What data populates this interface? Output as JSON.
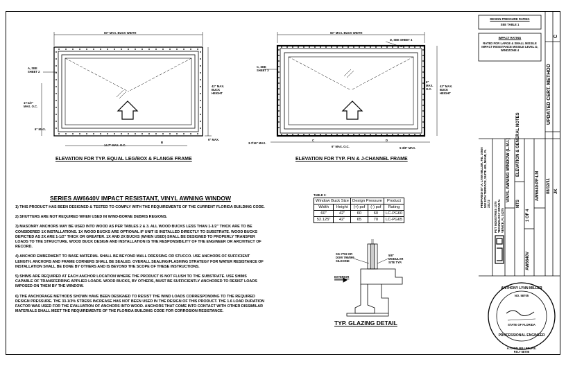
{
  "left_elevation": {
    "top_dim": "60\" MAX. BUCK WIDTH",
    "anchor_top_left": "A, SEE SHEET 2",
    "left_spacing": "17-1/2\" MAX. O.C.",
    "left_bottom": "6\" MAX.",
    "right_height": "42\" MAX. BUCK HEIGHT",
    "right_bottom": "6\" MAX.",
    "bottom_spacing": "14.7\" MAX. O.C.",
    "bottom_mark": "B",
    "caption": "ELEVATION FOR TYP. EQUAL LEG/BOX & FLANGE FRAME"
  },
  "right_elevation": {
    "top_dim": "60\" MAX. BUCK WIDTH",
    "anchor_top_right": "D, SEE SHEET 4",
    "anchor_left": "C, SEE SHEET 3",
    "right_spacing": "6\" MAX. O.C.",
    "right_height": "42\" MAX. BUCK HEIGHT",
    "bottom_left": "3-7/16\" MAX.",
    "bottom_center": "6\" MAX. O.C.",
    "bottom_right": "5-3/8\" MAX.",
    "mark_c": "C",
    "mark_d": "D",
    "caption": "ELEVATION FOR TYP. FIN & J-CHANNEL FRAME"
  },
  "series_title": "SERIES AW6640V IMPACT RESISTANT, VINYL AWNING WINDOW",
  "notes": [
    "1) THIS PRODUCT HAS BEEN DESIGNED & TESTED TO COMPLY WITH THE REQUIREMENTS OF THE CURRENT FLORIDA BUILDING CODE.",
    "2) SHUTTERS ARE NOT REQUIRED WHEN USED IN WIND-BORNE DEBRIS REGIONS.",
    "3) MASONRY ANCHORS MAY BE USED INTO WOOD AS PER TABLES 2 & 3. ALL WOOD BUCKS LESS THAN 1-1/2\" THICK ARE TO BE CONSIDERED 1X INSTALLATIONS. 1X WOOD BUCKS ARE OPTIONAL IF UNIT IS INSTALLED DIRECTLY TO SUBSTRATE. WOOD BUCKS DEPICTED AS 2X ARE 1-1/2\" THICK OR GREATER. 1X AND 2X BUCKS (WHEN USED) SHALL BE DESIGNED TO PROPERLY TRANSFER LOADS TO THE STRUCTURE. WOOD BUCK DESIGN AND INSTALLATION IS THE RESPONSIBILITY OF THE ENGINEER OR ARCHITECT OF RECORD.",
    "4) ANCHOR EMBEDMENT TO BASE MATERIAL SHALL BE BEYOND WALL DRESSING OR STUCCO. USE ANCHORS OF SUFFICIENT LENGTH. ANCHORS AND FRAME CORNERS SHALL BE SEALED. OVERALL SEALING/FLASHING STRATEGY FOR WATER RESISTANCE OF INSTALLATION SHALL BE DONE BY OTHERS AND IS BEYOND THE SCOPE OF THESE INSTRUCTIONS.",
    "5) SHIMS ARE REQUIRED AT EACH ANCHOR LOCATION WHERE THE PRODUCT IS NOT FLUSH TO THE SUBSTRATE. USE SHIMS CAPABLE OF TRANSFERRING APPLIED LOADS. WOOD BUCKS, BY OTHERS, MUST BE SUFFICIENTLY ANCHORED TO RESIST LOADS IMPOSED ON THEM BY THE WINDOW.",
    "6) THE ANCHORAGE METHODS SHOWN HAVE BEEN DESIGNED TO RESIST THE WIND LOADS CORRESPONDING TO THE REQUIRED DESIGN PRESSURE. THE 33-1/3% STRESS INCREASE HAS NOT BEEN USED IN THE DESIGN OF THIS PRODUCT. THE 1.6 LOAD DURATION FACTOR WAS USED FOR THE EVALUATION OF ANCHORS INTO WOOD. ANCHORS THAT COME INTO CONTACT WITH OTHER DISSIMILAR MATERIALS SHALL MEET THE REQUIREMENTS OF THE FLORIDA BUILDING CODE FOR CORROSION RESISTANCE."
  ],
  "table1": {
    "label": "TABLE 1:",
    "group1": "Window Buck Size",
    "group2": "Design Pressure",
    "group3": "Product",
    "headers": [
      "Width",
      "Height",
      "(+) psf",
      "(-) psf",
      "Rating"
    ],
    "rows": [
      [
        "60\"",
        "42\"",
        "60",
        "60",
        "LC-PG60"
      ],
      [
        "52.125\"",
        "42\"",
        "65",
        "70",
        "LC-PG65"
      ]
    ]
  },
  "glazing": {
    "label1": "SG-7702 OR DOW 795/899 SILICONE",
    "label2": "5/8\" MODULAR SITE TYP.",
    "exterior": "EXTERIOR",
    "caption": "TYP. GLAZING DETAIL"
  },
  "right_panel": {
    "design_pressure_title": "DESIGN PRESSURE RATING",
    "design_pressure_value": "SEE TABLE 1",
    "impact_title": "IMPACT RATING",
    "impact_value": "RATED FOR LARGE & SMALL MISSILE IMPACT RESISTANCE MISSILE LEVEL D, WINDZONE 4",
    "revision_text": "UPDATED CERT. METHOD",
    "rev_date": "08/12/11",
    "rev_letter": "C",
    "preparer_text": "PREPARED BY: A. LYNN MILLER, P.E. 10500 NW 30TH TERRACE, SUITE 409, MIAMI, FL 33172",
    "mfr_text": "PGT INDUSTRIES 1070 TECHNOLOGY DRIVE N. VENICE, FL 34275",
    "drawn_by": "JK",
    "product_title": "VINYL AWNING WINDOW (L.M.I.)",
    "sheet_title": "ELEVATION & GENERAL NOTES",
    "scale": "NTS",
    "drawing_no": "AW6640V",
    "sheet": "1 OF 4",
    "part_no": "AW6640-PF-LM",
    "seal_name": "ANTHONY LYNN MILLER",
    "seal_license": "No. 58705",
    "seal_state": "STATE OF FLORIDA",
    "seal_bottom": "PROFESSIONAL ENGINEER",
    "seal_pe": "A. LYNN MILLER, P.E.",
    "seal_pe_no": "P.E.# 58705"
  }
}
